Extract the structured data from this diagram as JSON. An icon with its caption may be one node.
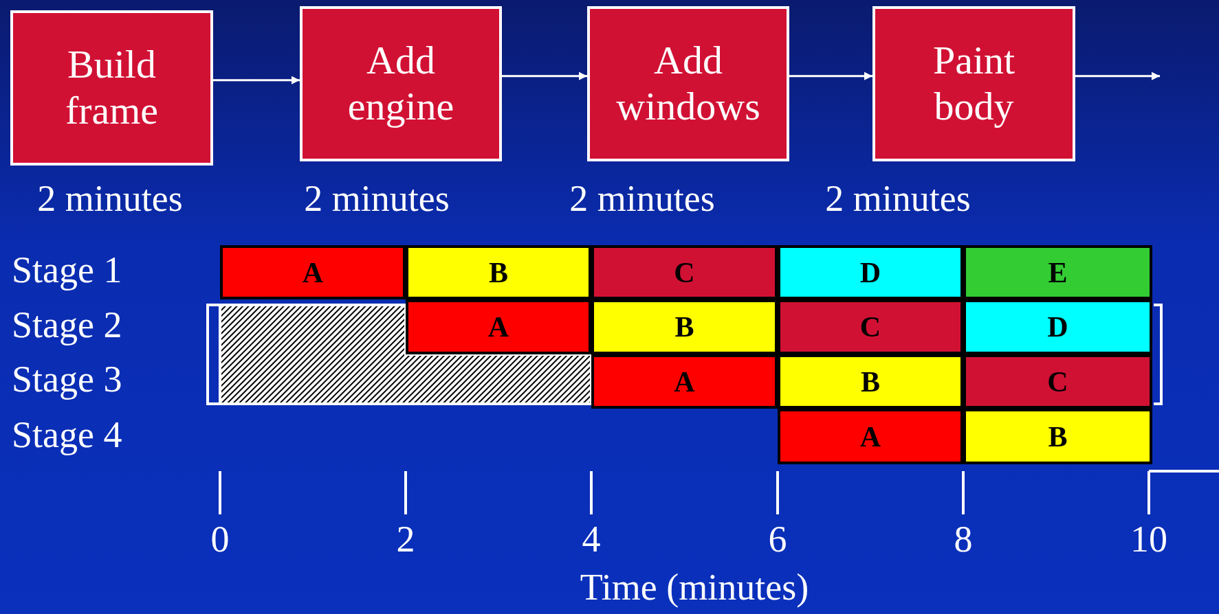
{
  "diagram": {
    "nodes": [
      {
        "text": [
          "Build frame"
        ],
        "beside": [
          "2 minutes"
        ]
      },
      {
        "text": [
          "Add engine"
        ],
        "beside": [
          "2 minutes"
        ]
      },
      {
        "text": [
          "Add windows"
        ],
        "beside": [
          "2 minutes"
        ]
      },
      {
        "text": [
          "Paint body"
        ],
        "beside": [
          "2 minutes"
        ]
      },
      {
        "text": [
          "A"
        ]
      },
      {
        "text": [
          "B"
        ]
      },
      {
        "text": [
          "C"
        ]
      },
      {
        "text": [
          "D"
        ]
      },
      {
        "text": [
          "E"
        ]
      },
      {
        "text": [
          "A"
        ]
      },
      {
        "text": [
          "B"
        ]
      },
      {
        "text": [
          "C"
        ]
      },
      {
        "text": [
          "D"
        ]
      },
      {
        "text": [
          "A"
        ]
      },
      {
        "text": [
          "B"
        ]
      },
      {
        "text": [
          "C"
        ]
      },
      {
        "text": [
          "A"
        ]
      },
      {
        "text": [
          "B"
        ]
      }
    ],
    "edges": [
      {
        "from": 0,
        "to": 1,
        "arrow": "to"
      },
      {
        "from": 1,
        "to": 2,
        "arrow": "to"
      },
      {
        "from": 2,
        "to": 3,
        "arrow": "to"
      },
      {
        "from": 3,
        "to": null,
        "arrow": "to"
      }
    ],
    "labels": [
      "Stage 1",
      "Stage 2",
      "Stage 3",
      "Stage 4",
      "0",
      "2",
      "4",
      "6",
      "8",
      "10",
      "Time (minutes)"
    ]
  }
}
